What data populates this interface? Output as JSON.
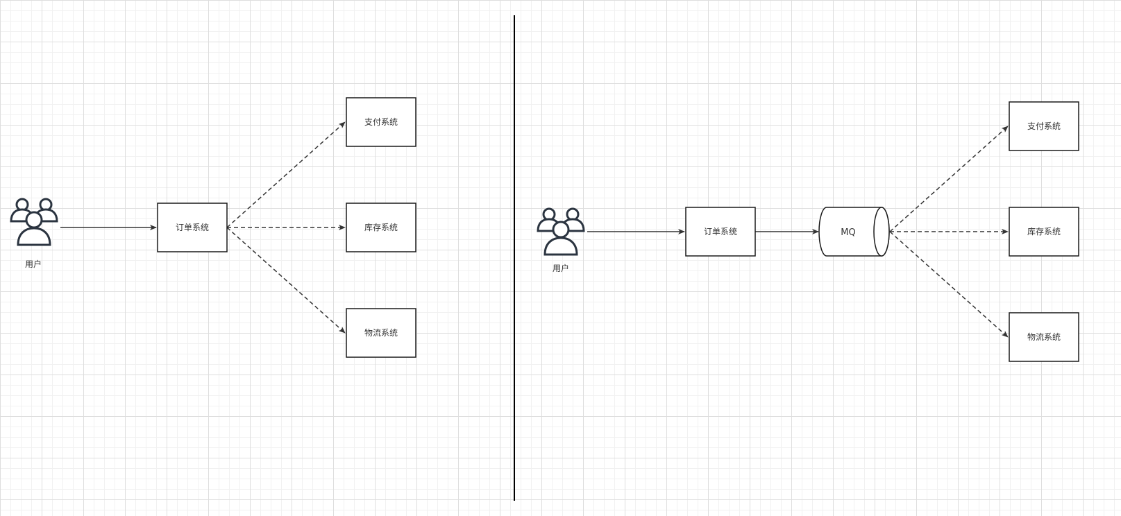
{
  "left_diagram": {
    "user": {
      "label": "用户"
    },
    "order": {
      "label": "订单系统"
    },
    "payment": {
      "label": "支付系统"
    },
    "inventory": {
      "label": "库存系统"
    },
    "logistics": {
      "label": "物流系统"
    }
  },
  "right_diagram": {
    "user": {
      "label": "用户"
    },
    "order": {
      "label": "订单系统"
    },
    "mq": {
      "label": "MQ"
    },
    "payment": {
      "label": "支付系统"
    },
    "inventory": {
      "label": "库存系统"
    },
    "logistics": {
      "label": "物流系统"
    }
  },
  "colors": {
    "stroke": "#1a1a1a",
    "icon": "#2b3440",
    "edge": "#333333",
    "grid": "#dedede"
  }
}
